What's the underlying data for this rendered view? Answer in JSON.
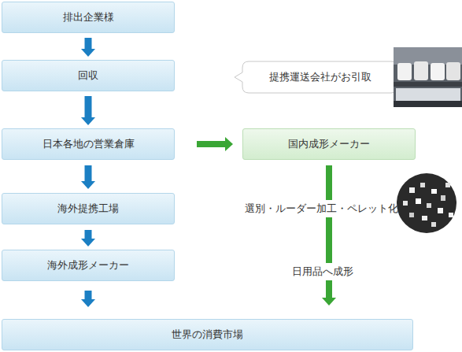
{
  "diagram": {
    "nodes": [
      {
        "text": [
          "排出企業様"
        ]
      },
      {
        "text": [
          "回収"
        ]
      },
      {
        "text": [
          "提携運送会社がお引取"
        ]
      },
      {
        "text": [
          "日本各地の営業倉庫"
        ]
      },
      {
        "text": [
          "国内成形メーカー"
        ]
      },
      {
        "text": [
          "海外提携工場"
        ]
      },
      {
        "text": [
          "海外成形メーカー"
        ]
      },
      {
        "text": [
          "世界の消費市場"
        ]
      }
    ],
    "edges": [
      {
        "from": 0,
        "to": 1,
        "arrow": "to"
      },
      {
        "from": 1,
        "to": 3,
        "arrow": "to"
      },
      {
        "from": 3,
        "to": 5,
        "arrow": "to"
      },
      {
        "from": 5,
        "to": 6,
        "arrow": "to"
      },
      {
        "from": 6,
        "to": 7,
        "arrow": "to"
      },
      {
        "from": 3,
        "to": 4,
        "arrow": "to"
      },
      {
        "from": 4,
        "to": 7,
        "label": "選別・ルーダー加工・ペレット化",
        "arrow": "to"
      }
    ],
    "labels": [
      "日用品へ成形"
    ]
  }
}
